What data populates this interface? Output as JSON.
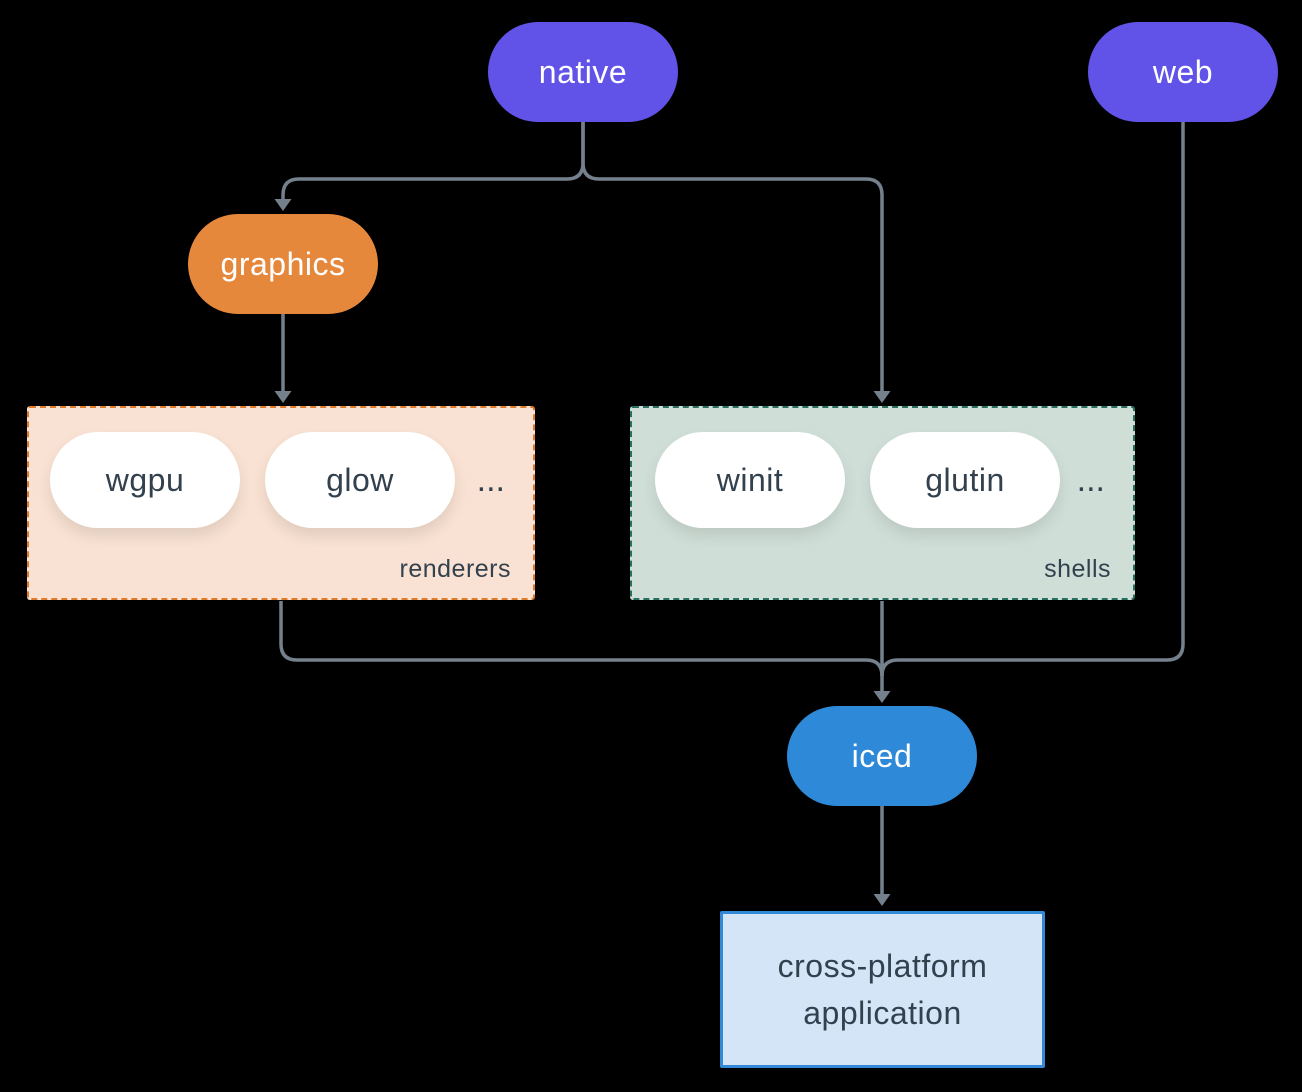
{
  "diagram": {
    "nodes": {
      "native": {
        "label": "native"
      },
      "web": {
        "label": "web"
      },
      "graphics": {
        "label": "graphics"
      },
      "iced": {
        "label": "iced"
      },
      "app": {
        "label": "cross-platform application"
      }
    },
    "groups": {
      "renderers": {
        "label": "renderers",
        "items": [
          "wgpu",
          "glow"
        ],
        "ellipsis": "..."
      },
      "shells": {
        "label": "shells",
        "items": [
          "winit",
          "glutin"
        ],
        "ellipsis": "..."
      }
    },
    "edges": [
      "native -> graphics",
      "native -> shells",
      "graphics -> renderers",
      "renderers -> iced",
      "shells -> iced",
      "web -> iced",
      "iced -> app"
    ]
  },
  "colors": {
    "background": "#000000",
    "node-purple": "#6153e8",
    "node-orange": "#e6883c",
    "node-blue": "#2e89d8",
    "pill-white": "#ffffff",
    "text-light": "#ffffff",
    "text-dark": "#33414e",
    "renderers-fill": "#f9e2d3",
    "renderers-border": "#e07b2c",
    "shells-fill": "#cfdfd8",
    "shells-border": "#27705f",
    "app-fill": "#d4e5f7",
    "app-border": "#3488d8",
    "connector": "#75808d"
  }
}
